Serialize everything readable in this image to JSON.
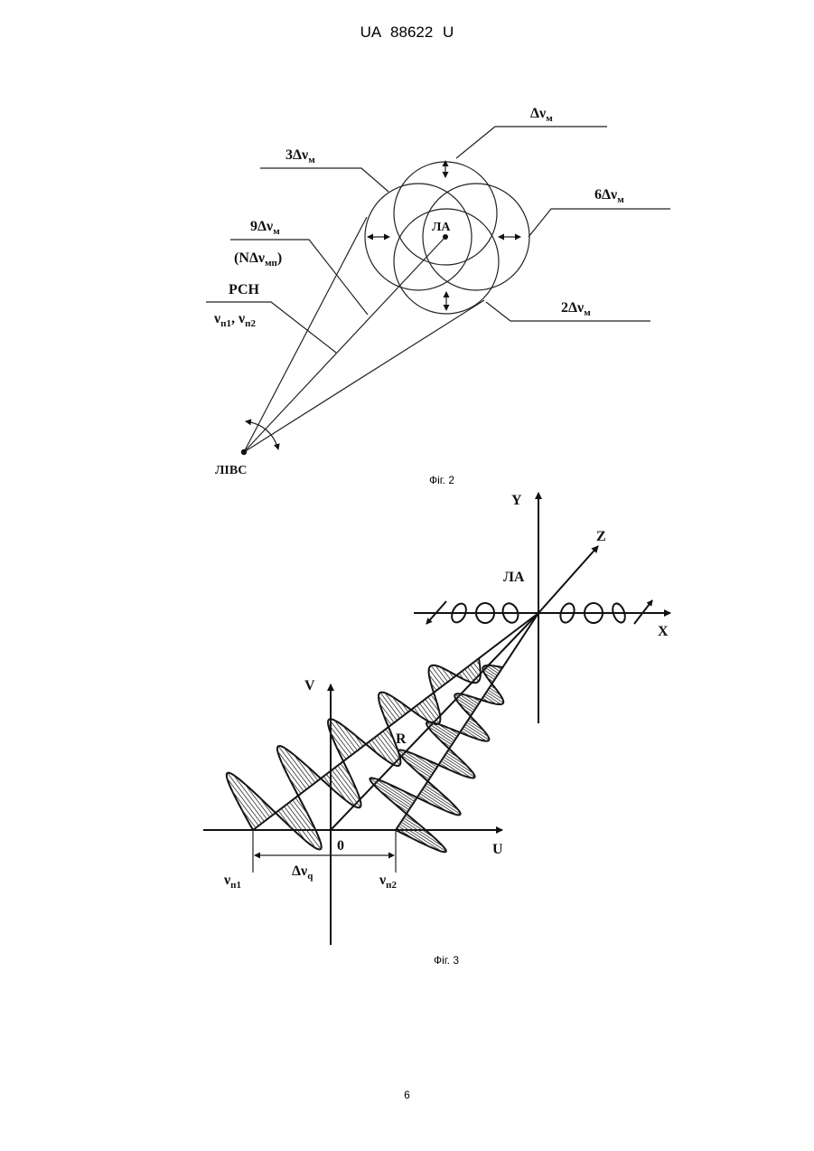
{
  "header": {
    "patent_number": "UA 88622 U"
  },
  "figure2": {
    "caption": "Фіг. 2",
    "labels": {
      "delta_vm": "Δν",
      "delta_vm_sub": "м",
      "three_delta_vm": "3Δν",
      "three_delta_vm_sub": "м",
      "six_delta_vm": "6Δν",
      "six_delta_vm_sub": "м",
      "nine_delta_vm": "9Δν",
      "nine_delta_vm_sub": "м",
      "n_delta_vmn_open": "(NΔν",
      "n_delta_vmn_sub": "мп",
      "n_delta_vmn_close": ")",
      "two_delta_vm": "2Δν",
      "two_delta_vm_sub": "м",
      "la": "ЛА",
      "rsn": "РСН",
      "vn1": "ν",
      "vn1_sub": "п1",
      "comma": ",",
      "vn2": "ν",
      "vn2_sub": "п2",
      "livs": "ЛІВС"
    }
  },
  "figure3": {
    "caption": "Фіг. 3",
    "labels": {
      "y_axis": "Y",
      "z_axis": "Z",
      "x_axis": "X",
      "la": "ЛА",
      "v_axis": "V",
      "u_axis": "U",
      "r": "R",
      "origin": "0",
      "vn1": "ν",
      "vn1_sub": "п1",
      "delta_vq": "Δν",
      "delta_vq_sub": "q",
      "vn2": "ν",
      "vn2_sub": "п2"
    }
  },
  "footer": {
    "page_number": "6"
  }
}
